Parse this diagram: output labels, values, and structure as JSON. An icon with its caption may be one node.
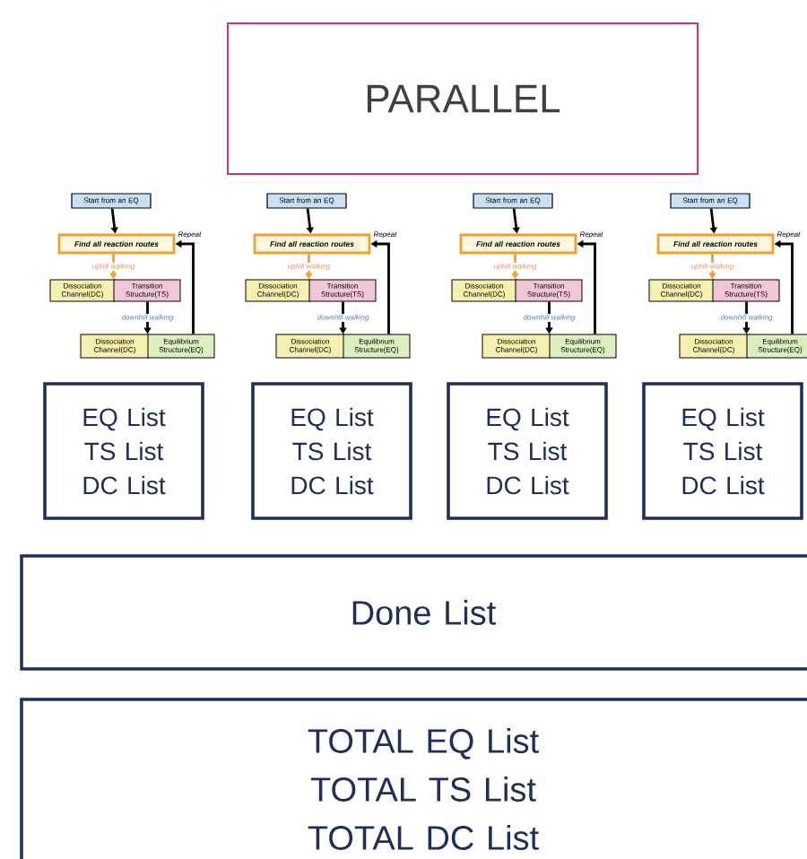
{
  "diagram": {
    "nodes": [
      {
        "text": [
          "PARALLEL"
        ]
      },
      {
        "text": [
          "Start from an EQ"
        ]
      },
      {
        "text": [
          "Find all reaction routes"
        ]
      },
      {
        "text": [
          "Dissociation Channel(DC)"
        ]
      },
      {
        "text": [
          "Transition Structure(TS)"
        ]
      },
      {
        "text": [
          "Dissociation Channel(DC)"
        ]
      },
      {
        "text": [
          "Equilibrium Structure(EQ)"
        ]
      },
      {
        "text": [
          "Start from an EQ"
        ]
      },
      {
        "text": [
          "Find all reaction routes"
        ]
      },
      {
        "text": [
          "Dissociation Channel(DC)"
        ]
      },
      {
        "text": [
          "Transition Structure(TS)"
        ]
      },
      {
        "text": [
          "Dissociation Channel(DC)"
        ]
      },
      {
        "text": [
          "Equilibrium Structure(EQ)"
        ]
      },
      {
        "text": [
          "Start from an EQ"
        ]
      },
      {
        "text": [
          "Find all reaction routes"
        ]
      },
      {
        "text": [
          "Dissociation Channel(DC)"
        ]
      },
      {
        "text": [
          "Transition Structure(TS)"
        ]
      },
      {
        "text": [
          "Dissociation Channel(DC)"
        ]
      },
      {
        "text": [
          "Equilibrium Structure(EQ)"
        ]
      },
      {
        "text": [
          "Start from an EQ"
        ]
      },
      {
        "text": [
          "Find all reaction routes"
        ]
      },
      {
        "text": [
          "Dissociation Channel(DC)"
        ]
      },
      {
        "text": [
          "Transition Structure(TS)"
        ]
      },
      {
        "text": [
          "Dissociation Channel(DC)"
        ]
      },
      {
        "text": [
          "Equilibrium Structure(EQ)"
        ]
      },
      {
        "text": [
          "EQ List",
          "TS List",
          "DC List"
        ]
      },
      {
        "text": [
          "EQ List",
          "TS List",
          "DC List"
        ]
      },
      {
        "text": [
          "EQ List",
          "TS List",
          "DC List"
        ]
      },
      {
        "text": [
          "EQ List",
          "TS List",
          "DC List"
        ]
      },
      {
        "text": [
          "Done List"
        ]
      },
      {
        "text": [
          "TOTAL EQ List",
          "TOTAL TS List",
          "TOTAL DC List"
        ]
      }
    ],
    "edges": [
      {
        "from": 1,
        "to": 2,
        "arrow": "to"
      },
      {
        "from": 2,
        "to": 4,
        "arrow": "to",
        "label": "uphill walking",
        "color": "#f0a030"
      },
      {
        "from": 4,
        "to": 6,
        "arrow": "to",
        "label": "downhill walking"
      },
      {
        "from": 6,
        "to": 2,
        "arrow": "to",
        "label": "Repeat"
      },
      {
        "from": 7,
        "to": 8,
        "arrow": "to"
      },
      {
        "from": 8,
        "to": 10,
        "arrow": "to",
        "label": "uphill walking",
        "color": "#f0a030"
      },
      {
        "from": 10,
        "to": 12,
        "arrow": "to",
        "label": "downhill walking"
      },
      {
        "from": 12,
        "to": 8,
        "arrow": "to",
        "label": "Repeat"
      },
      {
        "from": 13,
        "to": 14,
        "arrow": "to"
      },
      {
        "from": 14,
        "to": 16,
        "arrow": "to",
        "label": "uphill walking",
        "color": "#f0a030"
      },
      {
        "from": 16,
        "to": 18,
        "arrow": "to",
        "label": "downhill walking"
      },
      {
        "from": 18,
        "to": 14,
        "arrow": "to",
        "label": "Repeat"
      },
      {
        "from": 19,
        "to": 20,
        "arrow": "to"
      },
      {
        "from": 20,
        "to": 22,
        "arrow": "to",
        "label": "uphill walking",
        "color": "#f0a030"
      },
      {
        "from": 22,
        "to": 24,
        "arrow": "to",
        "label": "downhill walking"
      },
      {
        "from": 24,
        "to": 20,
        "arrow": "to",
        "label": "Repeat"
      }
    ]
  }
}
